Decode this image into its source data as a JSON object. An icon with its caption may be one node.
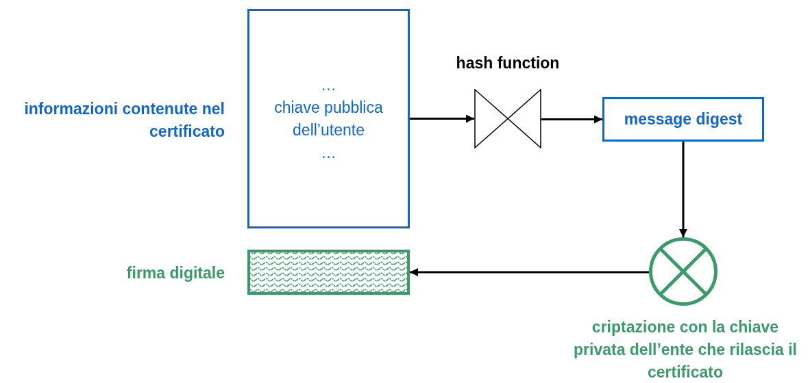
{
  "diagram": {
    "nodes": [
      {
        "text": [
          "…",
          "chiave pubblica dell’utente",
          "…"
        ],
        "beside": [
          "informazioni contenute nel certificato"
        ]
      },
      {
        "text": [],
        "shape": "bowtie",
        "beside": [
          "hash function"
        ]
      },
      {
        "text": [
          "message digest"
        ]
      },
      {
        "text": [],
        "shape": "circle",
        "beside": [
          "criptazione con la chiave privata dell’ente che rilascia il certificato"
        ]
      },
      {
        "text": [],
        "shape": "box",
        "beside": [
          "firma digitale"
        ]
      }
    ],
    "edges": [
      {
        "from": 0,
        "to": 1,
        "arrow": "to"
      },
      {
        "from": 1,
        "to": 2,
        "arrow": "to"
      },
      {
        "from": 2,
        "to": 3,
        "arrow": "to"
      },
      {
        "from": 3,
        "to": 4,
        "arrow": "to"
      }
    ]
  }
}
